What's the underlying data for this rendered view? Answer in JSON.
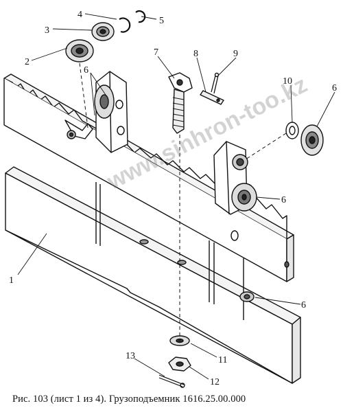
{
  "callouts": [
    {
      "id": "c1",
      "text": "1"
    },
    {
      "id": "c2",
      "text": "2"
    },
    {
      "id": "c3",
      "text": "3"
    },
    {
      "id": "c4",
      "text": "4"
    },
    {
      "id": "c5",
      "text": "5"
    },
    {
      "id": "c6a",
      "text": "6"
    },
    {
      "id": "c6b",
      "text": "6"
    },
    {
      "id": "c6c",
      "text": "6"
    },
    {
      "id": "c6d",
      "text": "6"
    },
    {
      "id": "c7",
      "text": "7"
    },
    {
      "id": "c8",
      "text": "8"
    },
    {
      "id": "c9",
      "text": "9"
    },
    {
      "id": "c10",
      "text": "10"
    },
    {
      "id": "c11",
      "text": "11"
    },
    {
      "id": "c12",
      "text": "12"
    },
    {
      "id": "c13",
      "text": "13"
    }
  ],
  "caption": "Рис. 103 (лист 1 из 4). Грузоподъемник 1616.25.00.000",
  "watermark": "www.sinhron-too.kz"
}
